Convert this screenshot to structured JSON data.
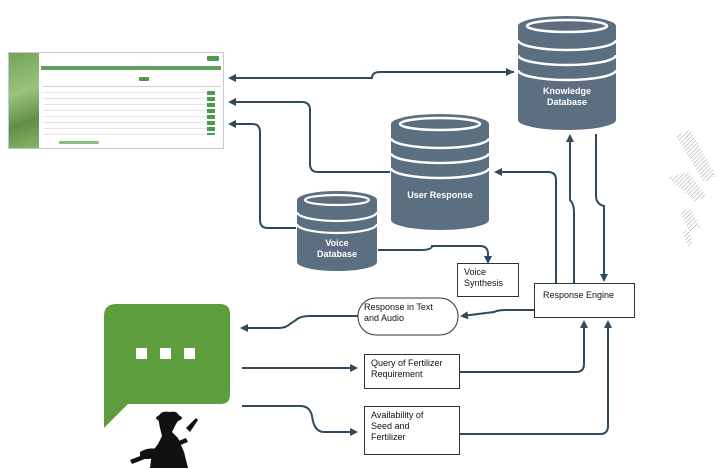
{
  "databases": {
    "knowledge": "Knowledge\nDatabase",
    "user_response": "User Response",
    "voice": "Voice\nDatabase"
  },
  "boxes": {
    "voice_synthesis": "Voice\nSynthesis",
    "response_engine": "Response Engine",
    "response_text_audio": "Response in Text\nand Audio",
    "query_fertilizer": "Query of Fertilizer\nRequirement",
    "availability_seed": "Availability of\nSeed and\nFertilizer"
  },
  "colors": {
    "database_fill": "#5b6f81",
    "database_stripe": "#ffffff",
    "arrow": "#2e4a5c",
    "chat_bubble": "#5e9d3d",
    "screenshot_accent": "#5fa05a"
  },
  "icons": {
    "chat": "chat-bubble-icon",
    "farmer": "farmer-silhouette-icon",
    "app_screenshot": "app-dashboard-thumbnail"
  }
}
